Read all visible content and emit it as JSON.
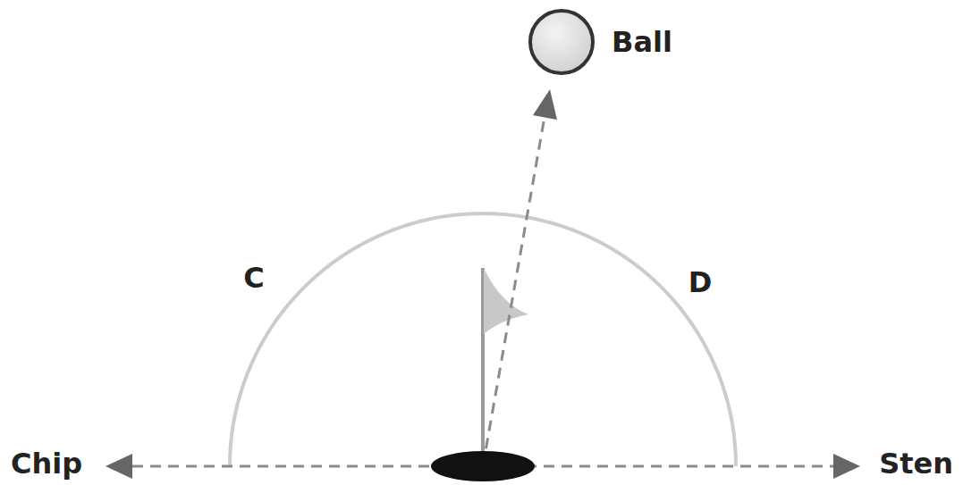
{
  "diagram": {
    "labels": [
      "Ball",
      "C",
      "D",
      "Chip",
      "Sten"
    ]
  }
}
